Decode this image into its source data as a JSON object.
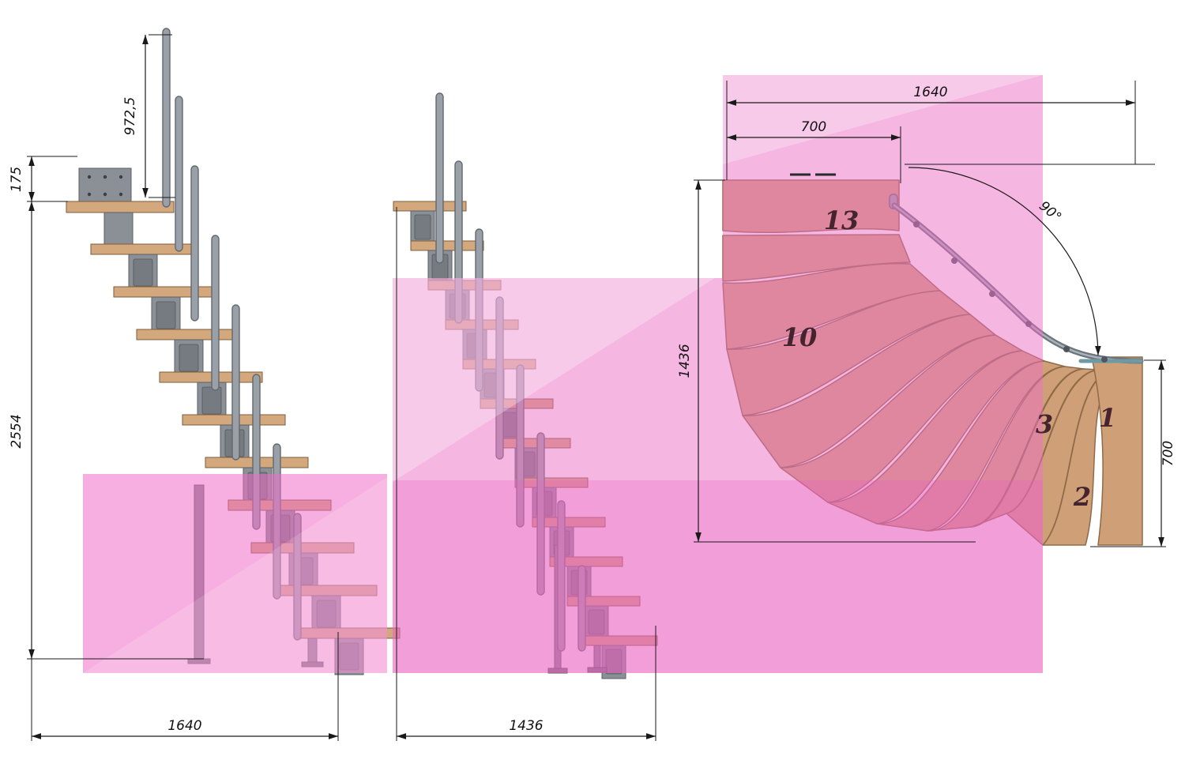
{
  "drawing": {
    "side_view": {
      "handrail_height": "972,5",
      "mount_offset": "175",
      "total_rise": "2554",
      "run_length": "1640"
    },
    "front_view": {
      "run_length": "1436"
    },
    "plan_view": {
      "overall_length": "1640",
      "upper_run": "700",
      "turn_angle": "90°",
      "overall_depth": "1436",
      "lower_run": "700",
      "tread_labels": {
        "t13": "13",
        "t10": "10",
        "t3": "3",
        "t1": "1",
        "t2": "2"
      }
    }
  },
  "colors": {
    "overlay_pink": "#ee6ec6",
    "tread_wood": "#cfa078",
    "rail_metal": "#9aa0a7",
    "dimension_ink": "#1a1a1a"
  }
}
